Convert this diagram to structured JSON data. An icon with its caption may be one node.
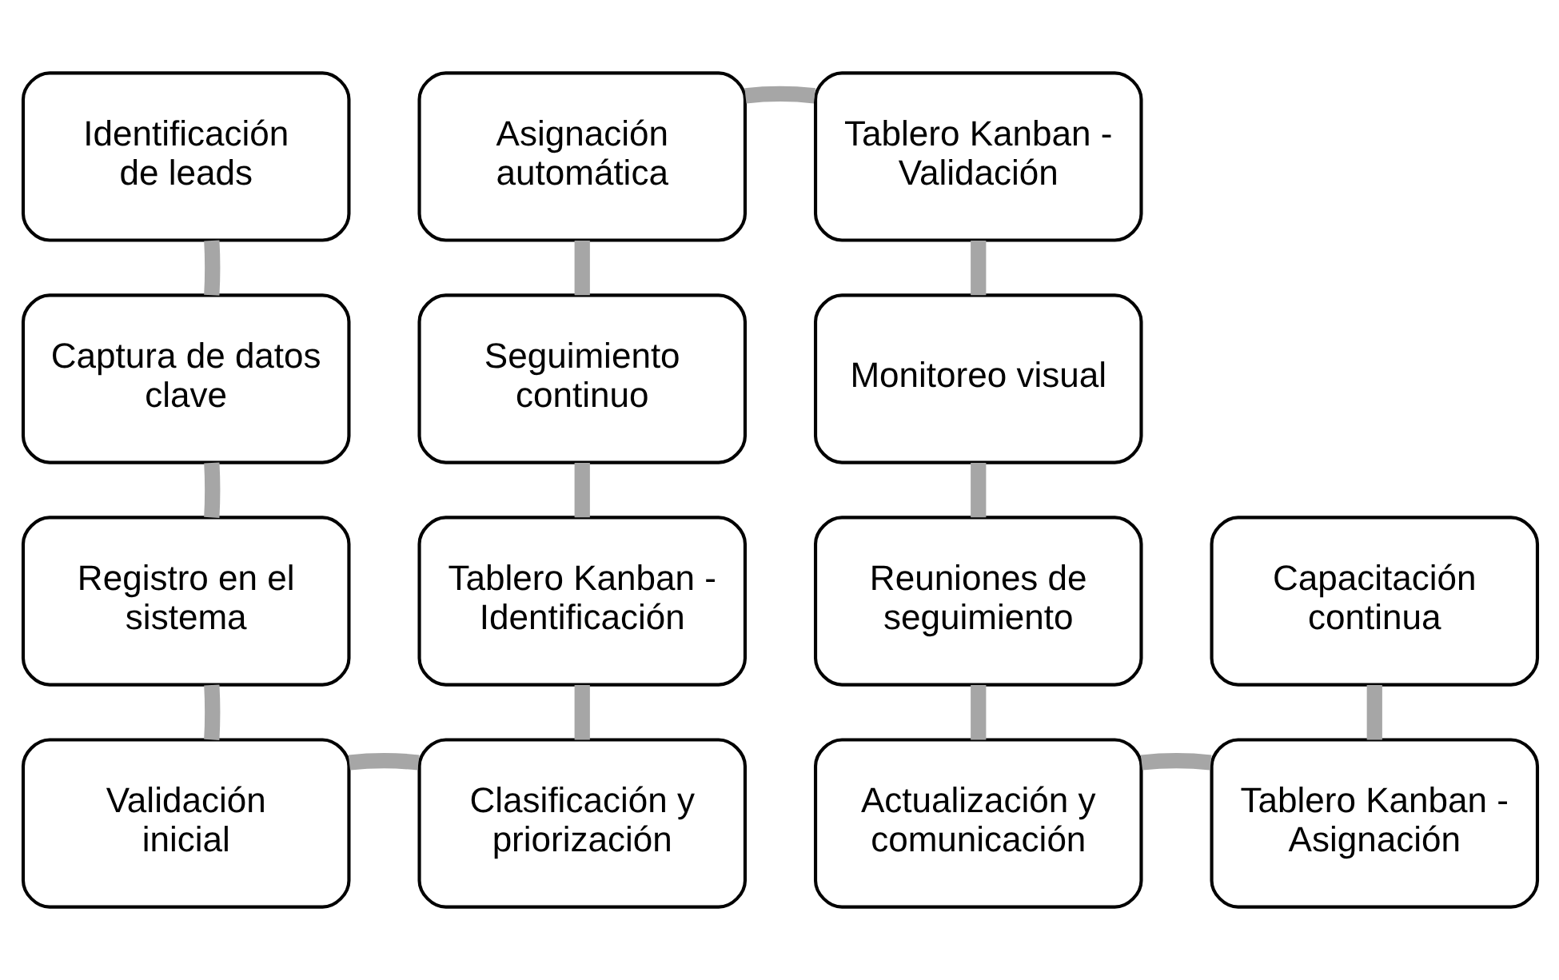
{
  "diagram": {
    "nodes": [
      {
        "text": [
          "Identificación de leads"
        ]
      },
      {
        "text": [
          "Captura de datos clave"
        ]
      },
      {
        "text": [
          "Registro en el sistema"
        ]
      },
      {
        "text": [
          "Validación inicial"
        ]
      },
      {
        "text": [
          "Clasificación y priorización"
        ]
      },
      {
        "text": [
          "Tablero Kanban - Identificación"
        ]
      },
      {
        "text": [
          "Seguimiento continuo"
        ]
      },
      {
        "text": [
          "Asignación automática"
        ]
      },
      {
        "text": [
          "Tablero Kanban - Validación"
        ]
      },
      {
        "text": [
          "Monitoreo visual"
        ]
      },
      {
        "text": [
          "Reuniones de seguimiento"
        ]
      },
      {
        "text": [
          "Actualización y comunicación"
        ]
      },
      {
        "text": [
          "Tablero Kanban - Asignación"
        ]
      },
      {
        "text": [
          "Capacitación continua"
        ]
      }
    ],
    "edges": [
      {
        "from": 0,
        "to": 1,
        "arrow": "none"
      },
      {
        "from": 1,
        "to": 2,
        "arrow": "none"
      },
      {
        "from": 2,
        "to": 3,
        "arrow": "none"
      },
      {
        "from": 3,
        "to": 4,
        "arrow": "none"
      },
      {
        "from": 4,
        "to": 5,
        "arrow": "none"
      },
      {
        "from": 5,
        "to": 6,
        "arrow": "none"
      },
      {
        "from": 6,
        "to": 7,
        "arrow": "none"
      },
      {
        "from": 7,
        "to": 8,
        "arrow": "none"
      },
      {
        "from": 8,
        "to": 9,
        "arrow": "none"
      },
      {
        "from": 9,
        "to": 10,
        "arrow": "none"
      },
      {
        "from": 10,
        "to": 11,
        "arrow": "none"
      },
      {
        "from": 11,
        "to": 12,
        "arrow": "none"
      },
      {
        "from": 12,
        "to": 13,
        "arrow": "none"
      }
    ]
  }
}
